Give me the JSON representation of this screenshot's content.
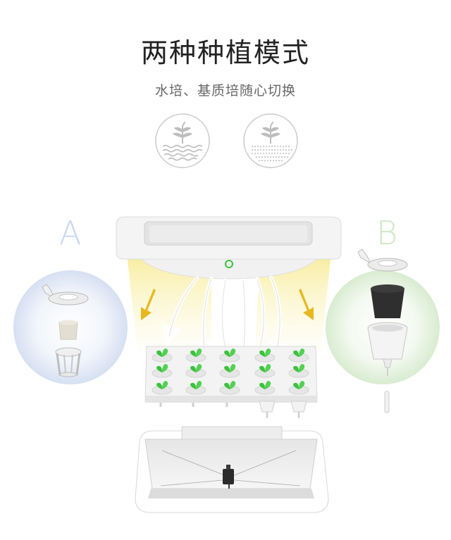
{
  "header": {
    "title": "两种种植模式",
    "subtitle": "水培、基质培随心切换"
  },
  "modes": [
    {
      "icon": "plant-water-icon"
    },
    {
      "icon": "plant-soil-icon"
    }
  ],
  "labels": {
    "left": "A",
    "right": "B"
  },
  "colors": {
    "leaf_green": "#3cc13c",
    "label_a": "#c8d6f0",
    "label_b": "#cfe8c4",
    "light_yellow": "#f7e98a",
    "arrow_yellow": "#e8b820",
    "icon_gray": "#bdbdbd"
  }
}
